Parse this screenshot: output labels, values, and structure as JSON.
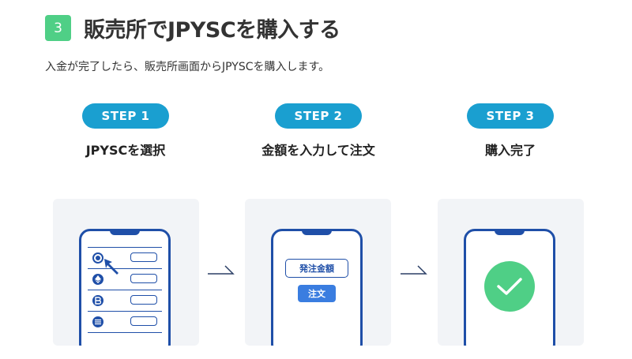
{
  "section": {
    "number": "3",
    "title": "販売所でJPYSCを購入する",
    "description": "入金が完了したら、販売所画面からJPYSCを購入します。"
  },
  "steps": [
    {
      "pill": "STEP 1",
      "title": "JPYSCを選択"
    },
    {
      "pill": "STEP 2",
      "title": "金額を入力して注文"
    },
    {
      "pill": "STEP 3",
      "title": "購入完了"
    }
  ],
  "phone2": {
    "amount_label": "発注金額",
    "order_label": "注文"
  },
  "icons": {
    "coins": [
      "dollar-coin-icon",
      "ethereum-icon",
      "bitcoin-icon",
      "solana-icon"
    ],
    "arrow": "arrow-right-icon",
    "complete": "checkmark-icon"
  },
  "colors": {
    "accent_green": "#4fcf86",
    "step_blue": "#1a9fd0",
    "phone_navy": "#1f4fa8",
    "button_blue": "#3a7de0",
    "card_bg": "#f2f4f7"
  }
}
